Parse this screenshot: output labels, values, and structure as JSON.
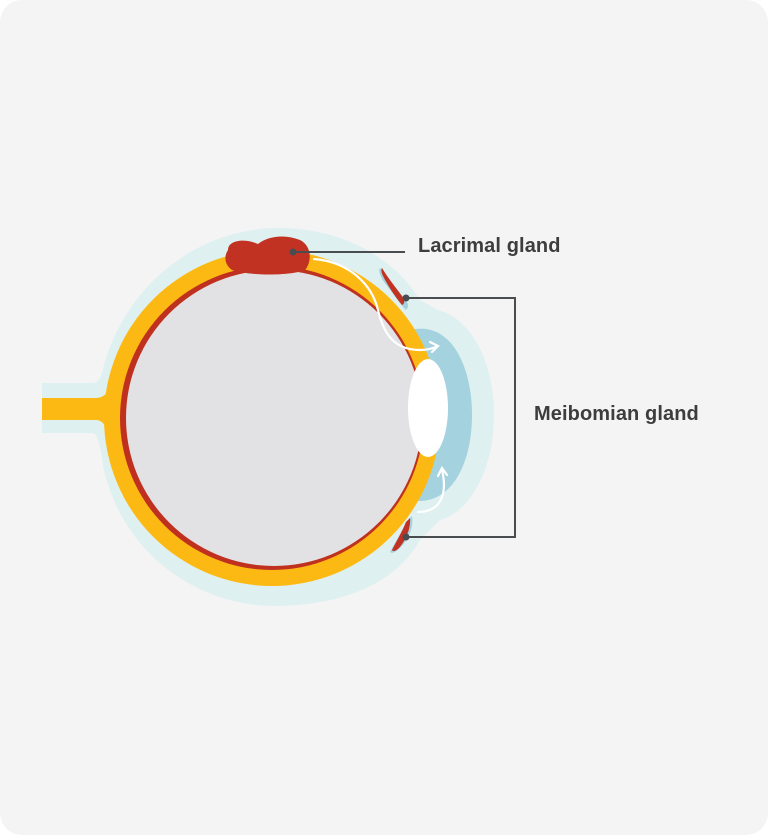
{
  "diagram": {
    "type": "anatomy-illustration",
    "subject": "eye cross-section",
    "labels": {
      "lacrimal_gland": "Lacrimal gland",
      "meibomian_gland": "Meibomian gland"
    },
    "colors": {
      "background": "#f4f4f4",
      "halo": "#dff0f0",
      "sclera": "#fdb913",
      "choroid": "#c0301f",
      "vitreous": "#e2e1e4",
      "cornea": "#a5d2df",
      "lens": "#ffffff",
      "gland": "#c23222",
      "leader_line": "#4a4d50",
      "label_text": "#3d3d3d"
    }
  }
}
